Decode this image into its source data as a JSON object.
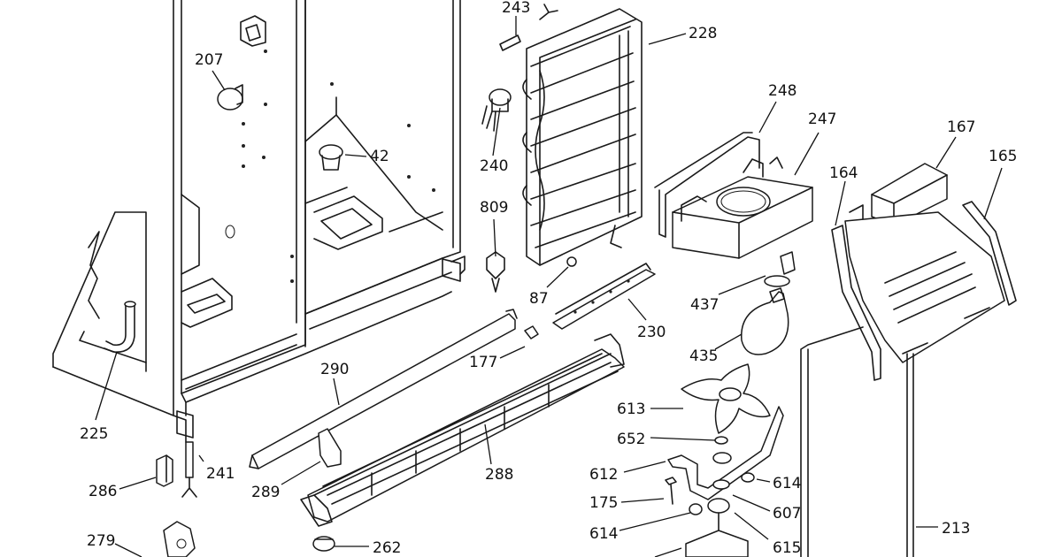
{
  "callouts": [
    {
      "id": "c243",
      "text": "243"
    },
    {
      "id": "c228",
      "text": "228"
    },
    {
      "id": "c207",
      "text": "207"
    },
    {
      "id": "c42",
      "text": "42"
    },
    {
      "id": "c240",
      "text": "240"
    },
    {
      "id": "c248",
      "text": "248"
    },
    {
      "id": "c247",
      "text": "247"
    },
    {
      "id": "c167",
      "text": "167"
    },
    {
      "id": "c165",
      "text": "165"
    },
    {
      "id": "c164",
      "text": "164"
    },
    {
      "id": "c809",
      "text": "809"
    },
    {
      "id": "c87",
      "text": "87"
    },
    {
      "id": "c437",
      "text": "437"
    },
    {
      "id": "c230",
      "text": "230"
    },
    {
      "id": "c435",
      "text": "435"
    },
    {
      "id": "c177",
      "text": "177"
    },
    {
      "id": "c290",
      "text": "290"
    },
    {
      "id": "c225",
      "text": "225"
    },
    {
      "id": "c613",
      "text": "613"
    },
    {
      "id": "c652",
      "text": "652"
    },
    {
      "id": "c612",
      "text": "612"
    },
    {
      "id": "c614a",
      "text": "614"
    },
    {
      "id": "c288",
      "text": "288"
    },
    {
      "id": "c286",
      "text": "286"
    },
    {
      "id": "c241",
      "text": "241"
    },
    {
      "id": "c289",
      "text": "289"
    },
    {
      "id": "c175",
      "text": "175"
    },
    {
      "id": "c607",
      "text": "607"
    },
    {
      "id": "c614b",
      "text": "614"
    },
    {
      "id": "c213",
      "text": "213"
    },
    {
      "id": "c279",
      "text": "279"
    },
    {
      "id": "c262",
      "text": "262"
    },
    {
      "id": "c615",
      "text": "615"
    }
  ]
}
